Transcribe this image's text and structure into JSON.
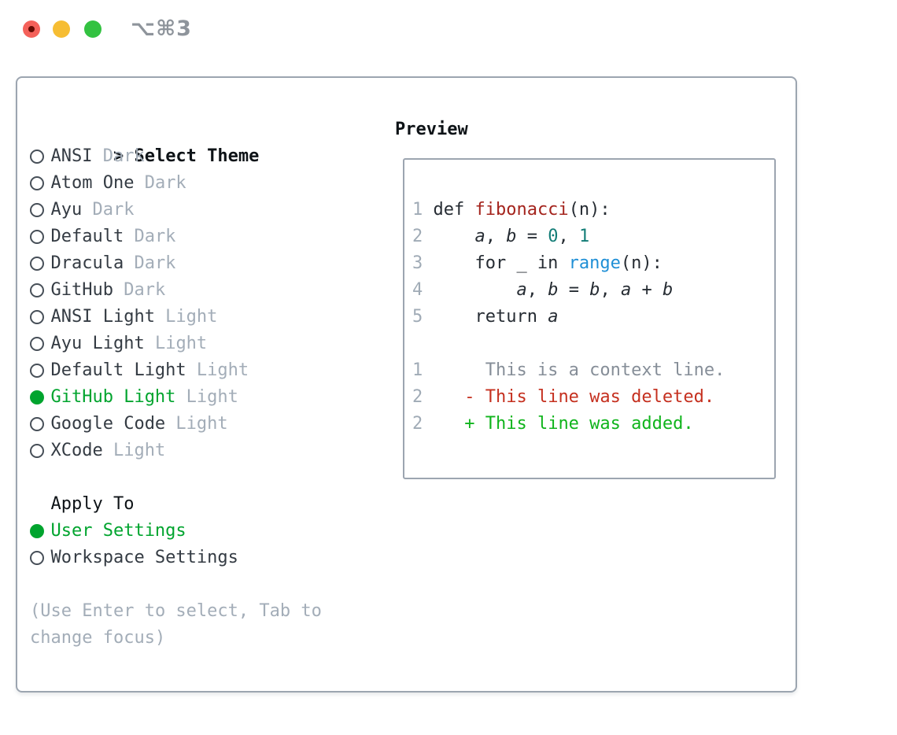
{
  "window": {
    "shortcut_label": "⌥⌘3",
    "traffic_lights": [
      "close",
      "minimize",
      "zoom"
    ]
  },
  "colors": {
    "tl_red": "#f4615a",
    "tl_red_dot": "#650b03",
    "tl_yellow": "#f6bd33",
    "tl_green": "#33c241",
    "c_shortcut": "#8e949b",
    "c_border": "#9ca5b0",
    "c_black": "#0e1317",
    "c_text": "#343b43",
    "c_muted": "#a3adb8",
    "c_ring": "#474f58",
    "c_green": "#00a42e",
    "c_code": "#262c33",
    "c_fn": "#a4241d",
    "c_num": "#137d77",
    "c_call": "#1f8fd6",
    "c_ctx": "#868e98",
    "c_del": "#c5301f",
    "c_add": "#10b41c",
    "c_ln": "#a0abb6"
  },
  "theme_selector": {
    "header": {
      "prefix": ">",
      "title": "Select Theme"
    },
    "themes": [
      {
        "name": "ANSI",
        "variant": "Dark",
        "selected": false
      },
      {
        "name": "Atom One",
        "variant": "Dark",
        "selected": false
      },
      {
        "name": "Ayu",
        "variant": "Dark",
        "selected": false
      },
      {
        "name": "Default",
        "variant": "Dark",
        "selected": false
      },
      {
        "name": "Dracula",
        "variant": "Dark",
        "selected": false
      },
      {
        "name": "GitHub",
        "variant": "Dark",
        "selected": false
      },
      {
        "name": "ANSI Light",
        "variant": "Light",
        "selected": false
      },
      {
        "name": "Ayu Light",
        "variant": "Light",
        "selected": false
      },
      {
        "name": "Default Light",
        "variant": "Light",
        "selected": false
      },
      {
        "name": "GitHub Light",
        "variant": "Light",
        "selected": true
      },
      {
        "name": "Google Code",
        "variant": "Light",
        "selected": false
      },
      {
        "name": "XCode",
        "variant": "Light",
        "selected": false
      }
    ],
    "apply_to": {
      "title": "Apply To",
      "options": [
        {
          "name": "User Settings",
          "selected": true
        },
        {
          "name": "Workspace Settings",
          "selected": false
        }
      ]
    },
    "help_lines": [
      "(Use Enter to select, Tab to",
      "change focus)"
    ]
  },
  "preview": {
    "title": "Preview",
    "lines": [
      {
        "kind": "code-line",
        "num": "1",
        "tokens": [
          [
            "def ",
            "p"
          ],
          [
            "fibonacci",
            "fn"
          ],
          [
            "(n):",
            "p"
          ]
        ]
      },
      {
        "kind": "code-line",
        "num": "2",
        "tokens": [
          [
            "    ",
            "p"
          ],
          [
            "a",
            "v"
          ],
          [
            ", ",
            "p"
          ],
          [
            "b",
            "v"
          ],
          [
            " = ",
            "p"
          ],
          [
            "0",
            "num"
          ],
          [
            ", ",
            "p"
          ],
          [
            "1",
            "num"
          ]
        ]
      },
      {
        "kind": "code-line",
        "num": "3",
        "tokens": [
          [
            "    for _ in ",
            "p"
          ],
          [
            "range",
            "call"
          ],
          [
            "(n):",
            "p"
          ]
        ]
      },
      {
        "kind": "code-line",
        "num": "4",
        "tokens": [
          [
            "        ",
            "p"
          ],
          [
            "a",
            "v"
          ],
          [
            ", ",
            "p"
          ],
          [
            "b",
            "v"
          ],
          [
            " = ",
            "p"
          ],
          [
            "b",
            "v"
          ],
          [
            ", ",
            "p"
          ],
          [
            "a",
            "v"
          ],
          [
            " + ",
            "p"
          ],
          [
            "b",
            "v"
          ]
        ]
      },
      {
        "kind": "code-line",
        "num": "5",
        "tokens": [
          [
            "    return ",
            "p"
          ],
          [
            "a",
            "v"
          ]
        ]
      },
      {
        "kind": "blank-line",
        "num": "",
        "tokens": []
      },
      {
        "kind": "diff-context-line",
        "num": "1",
        "tokens": [
          [
            "     This is a context line.",
            "ctx"
          ]
        ]
      },
      {
        "kind": "diff-deleted-line",
        "num": "2",
        "tokens": [
          [
            "   ",
            "p"
          ],
          [
            "- This line was deleted.",
            "del"
          ]
        ]
      },
      {
        "kind": "diff-added-line",
        "num": "2",
        "tokens": [
          [
            "   ",
            "p"
          ],
          [
            "+ This line was added.",
            "add"
          ]
        ]
      }
    ]
  }
}
